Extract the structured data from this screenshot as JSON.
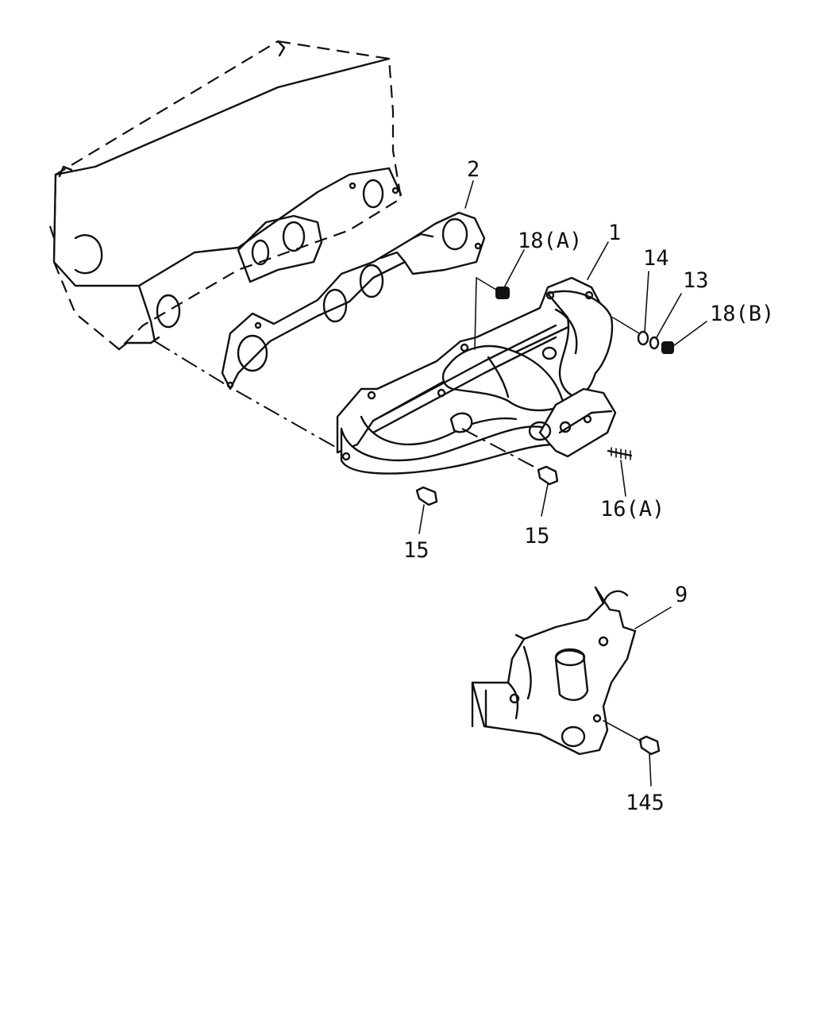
{
  "callouts": {
    "c2": "2",
    "c18a": "18(A)",
    "c1": "1",
    "c14": "14",
    "c13": "13",
    "c18b": "18(B)",
    "c16a": "16(A)",
    "c15_left": "15",
    "c15_mid": "15",
    "c9": "9",
    "c145": "145"
  }
}
